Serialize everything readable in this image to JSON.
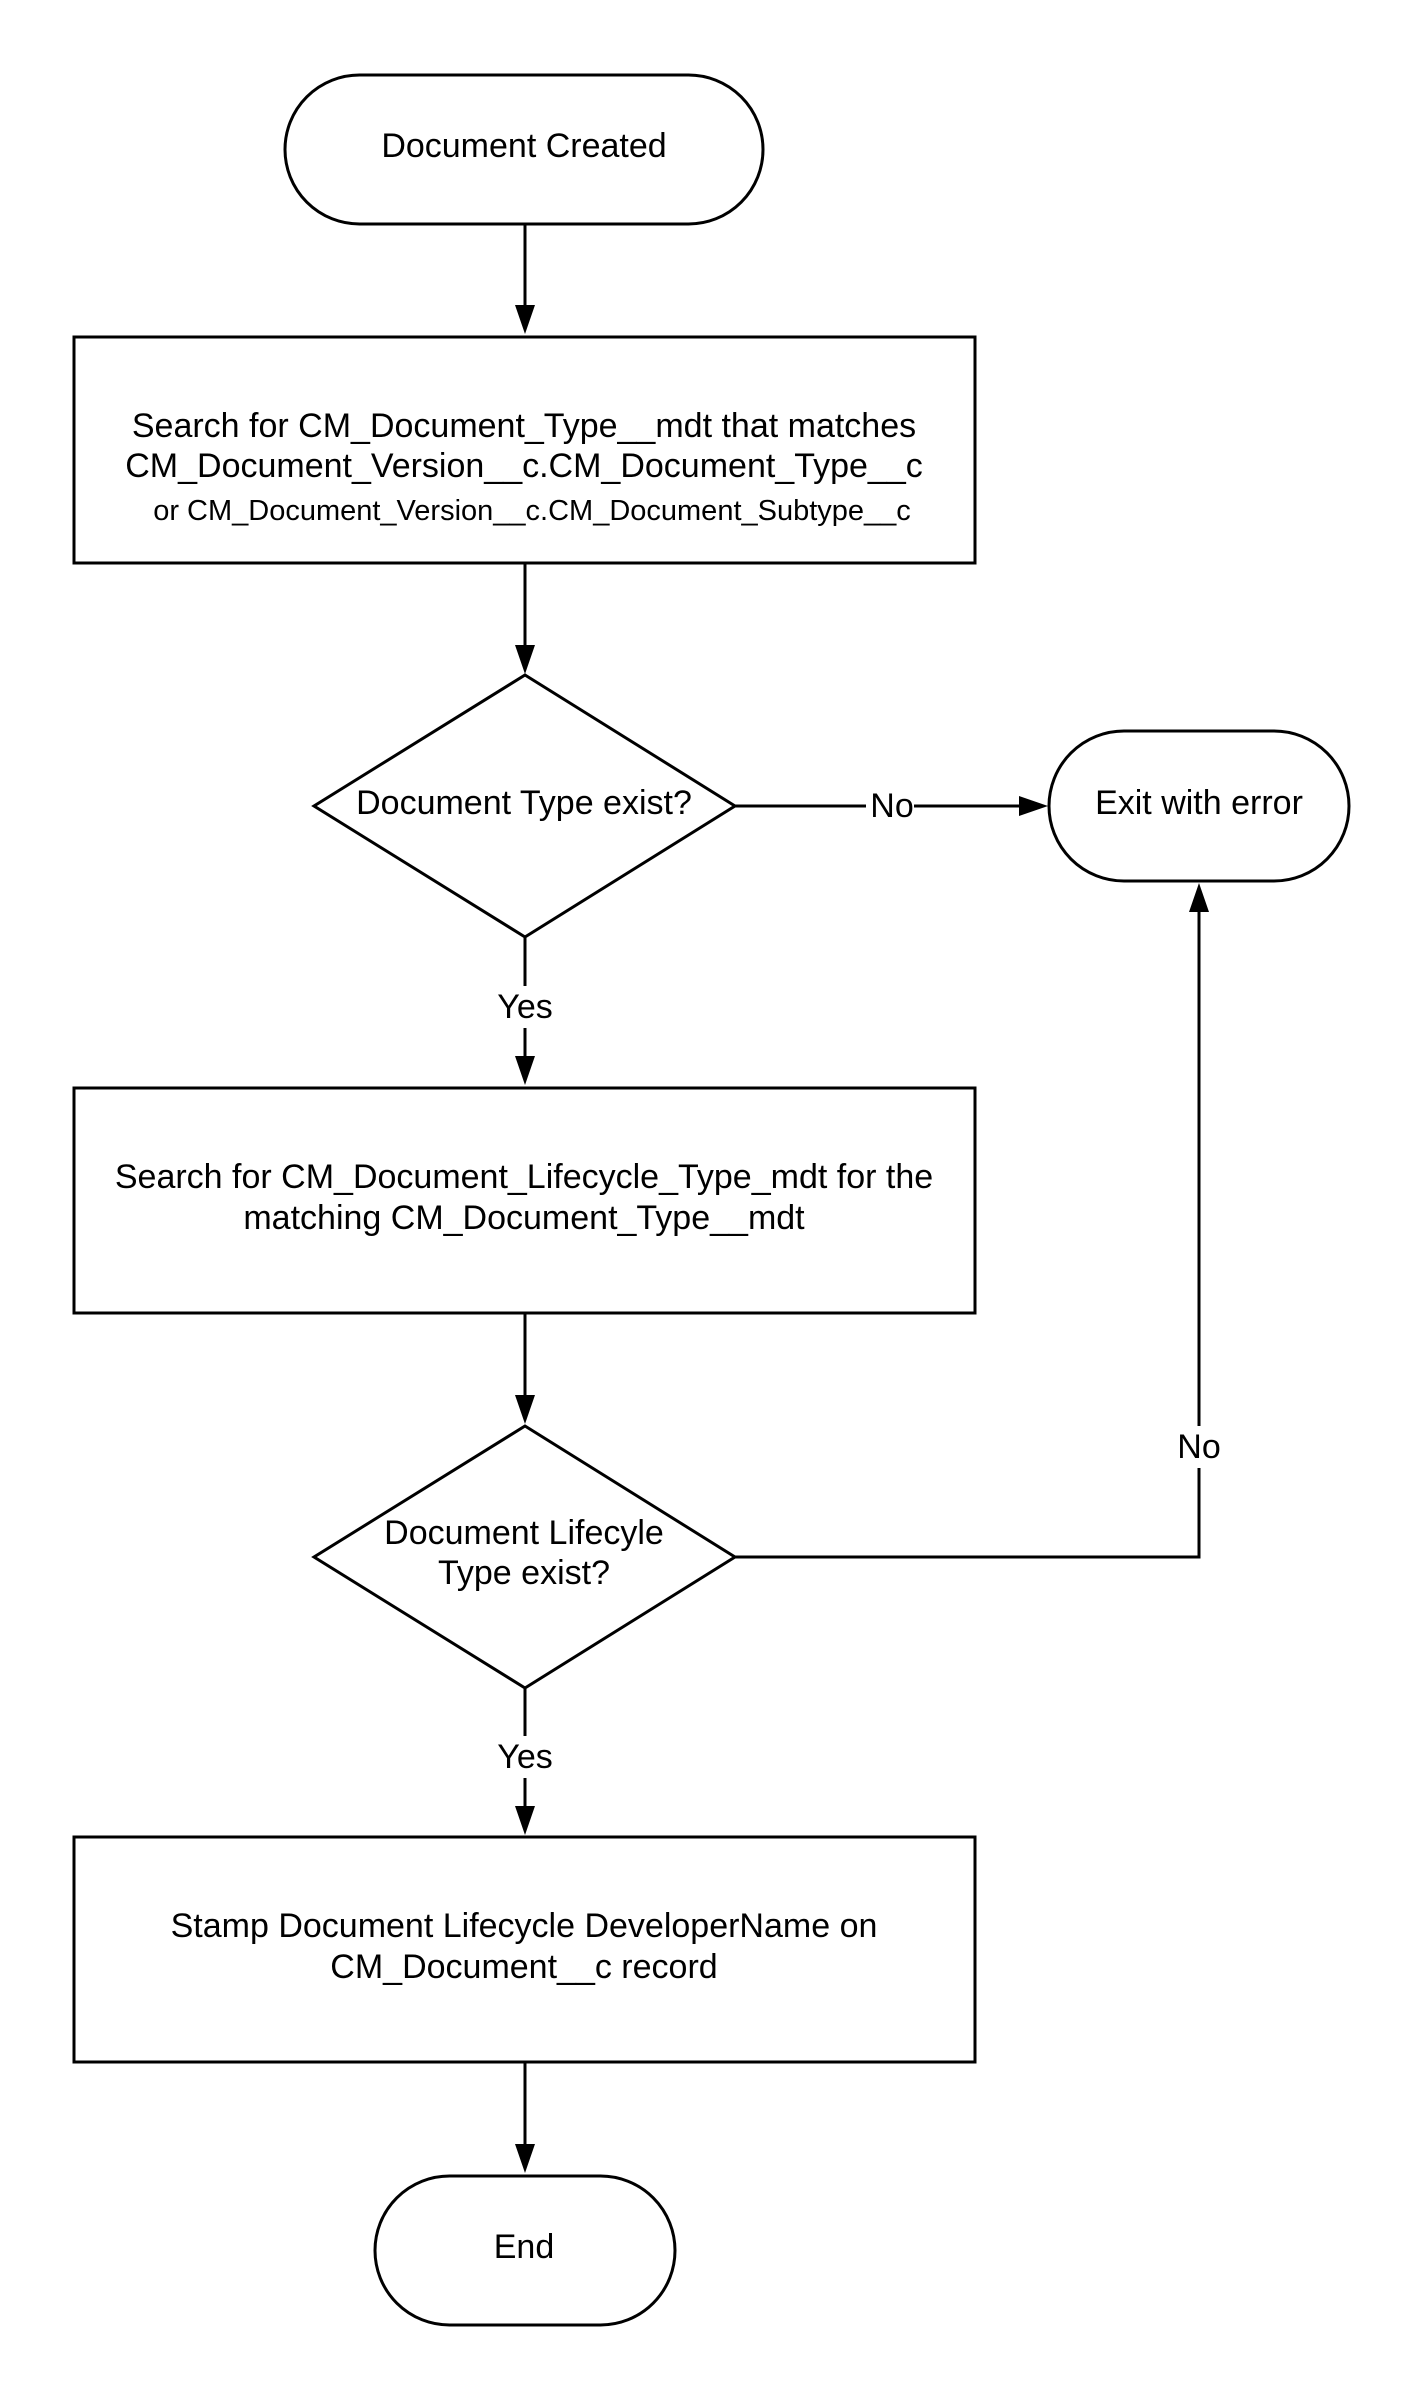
{
  "flowchart": {
    "start": {
      "label": "Document Created"
    },
    "search_type": {
      "line1": "Search for CM_Document_Type__mdt that matches",
      "line2": "CM_Document_Version__c.CM_Document_Type__c",
      "line3": "or CM_Document_Version__c.CM_Document_Subtype__c"
    },
    "type_exists": {
      "label": "Document Type exist?"
    },
    "exit_error": {
      "label": "Exit with error"
    },
    "search_lifecycle": {
      "line1": "Search for CM_Document_Lifecycle_Type_mdt for the",
      "line2": "matching CM_Document_Type__mdt"
    },
    "lifecycle_exists": {
      "line1": "Document Lifecyle",
      "line2": "Type exist?"
    },
    "stamp": {
      "line1": "Stamp Document Lifecycle DeveloperName on",
      "line2": "CM_Document__c record"
    },
    "end": {
      "label": "End"
    },
    "edges": {
      "type_no": "No",
      "type_yes": "Yes",
      "lifecycle_no": "No",
      "lifecycle_yes": "Yes"
    }
  }
}
